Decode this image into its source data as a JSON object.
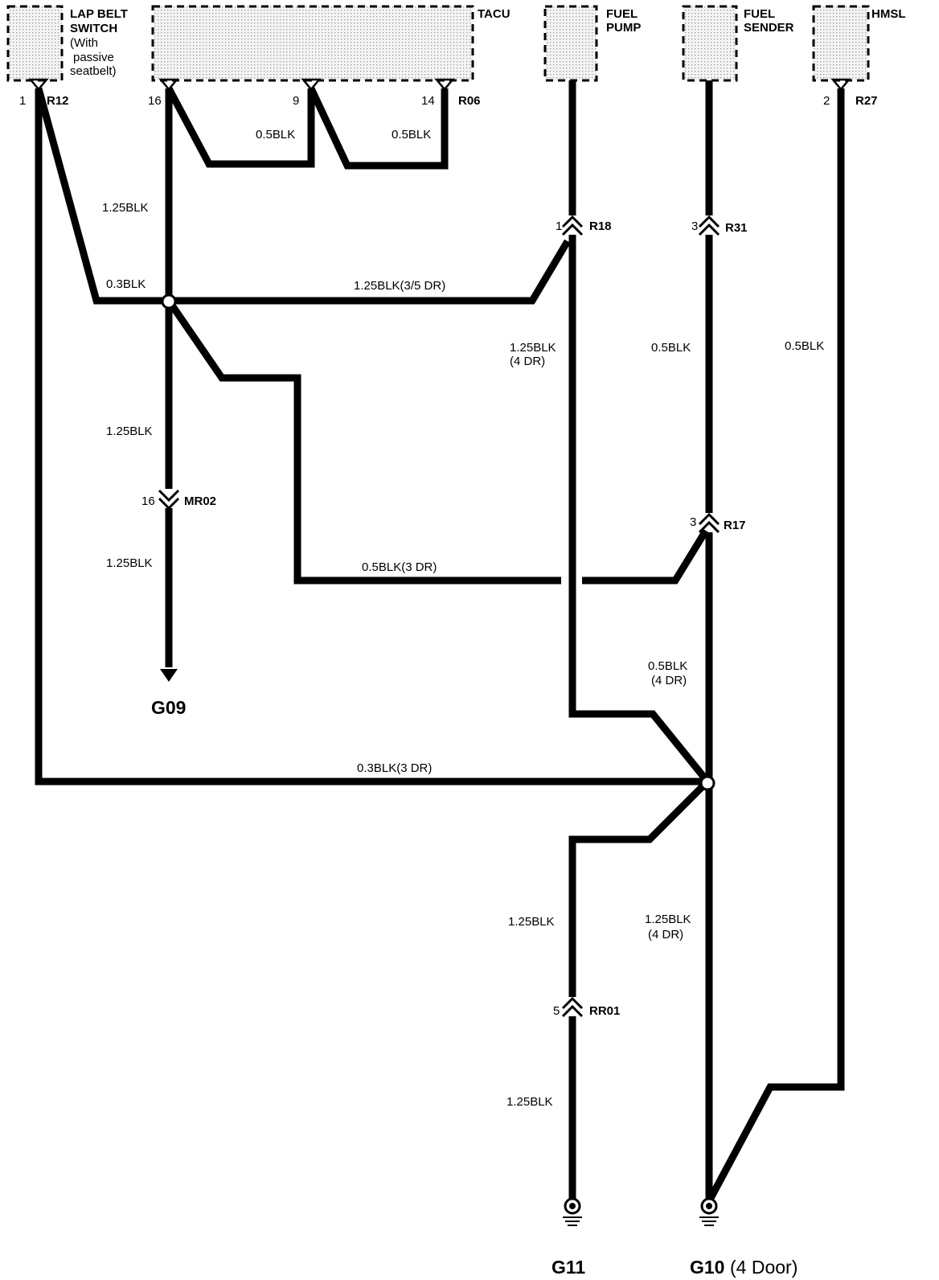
{
  "components": {
    "lap_belt_switch": [
      "LAP BELT",
      "SWITCH",
      "(With",
      "passive",
      "seatbelt)"
    ],
    "tacu": "TACU",
    "fuel_pump": [
      "FUEL",
      "PUMP"
    ],
    "fuel_sender": [
      "FUEL",
      "SENDER"
    ],
    "hmsl": "HMSL"
  },
  "pins": {
    "lap_1": "1",
    "tacu_16": "16",
    "tacu_9": "9",
    "tacu_14": "14",
    "hmsl_2": "2",
    "r18_1": "1",
    "r31_3": "3",
    "r17_3": "3",
    "mr02_16": "16",
    "rr01_5": "5"
  },
  "connectors": {
    "r12": "R12",
    "r06": "R06",
    "r27": "R27",
    "r18": "R18",
    "r31": "R31",
    "r17": "R17",
    "mr02": "MR02",
    "rr01": "RR01"
  },
  "wires": {
    "tacu_9_link": "0.5BLK",
    "tacu_14_link": "0.5BLK",
    "tacu_16_down": "1.25BLK",
    "lap_to_splice": "0.3BLK",
    "splice_to_r18": "1.25BLK(3/5 DR)",
    "r18_down": [
      "1.25BLK",
      "(4 DR)"
    ],
    "r31_down": "0.5BLK",
    "hmsl_down": "0.5BLK",
    "to_mr02": "1.25BLK",
    "mr02_to_g09": "1.25BLK",
    "to_r17": "0.5BLK(3 DR)",
    "r17_down": [
      "0.5BLK",
      "(4 DR)"
    ],
    "lap_to_g10": "0.3BLK(3 DR)",
    "to_rr01": "1.25BLK",
    "rr01_to_g11": "1.25BLK",
    "to_g10": [
      "1.25BLK",
      "(4 DR)"
    ]
  },
  "grounds": {
    "g09": "G09",
    "g11": "G11",
    "g10": "G10",
    "g10_note": "(4 Door)"
  }
}
